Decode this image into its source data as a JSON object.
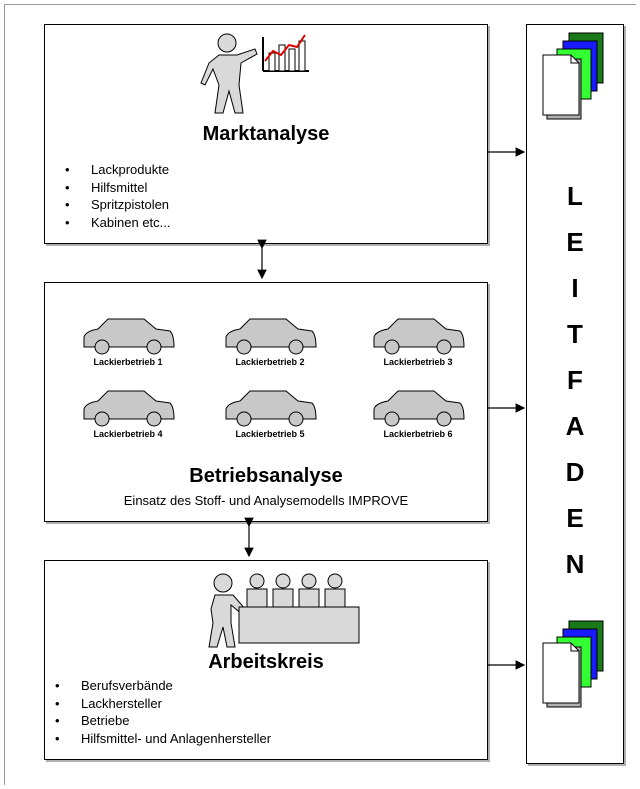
{
  "marktanalyse": {
    "title": "Marktanalyse",
    "items": [
      "Lackprodukte",
      "Hilfsmittel",
      "Spritzpistolen",
      "Kabinen etc..."
    ]
  },
  "betriebsanalyse": {
    "title": "Betriebsanalyse",
    "subtitle": "Einsatz des Stoff- und Analysemodells IMPROVE",
    "cars": [
      "Lackierbetrieb 1",
      "Lackierbetrieb 2",
      "Lackierbetrieb 3",
      "Lackierbetrieb 4",
      "Lackierbetrieb 5",
      "Lackierbetrieb 6"
    ]
  },
  "arbeitskreis": {
    "title": "Arbeitskreis",
    "items": [
      "Berufsverbände",
      "Lackhersteller",
      "Betriebe",
      "Hilfsmittel- und Anlagenhersteller"
    ]
  },
  "leitfaden": {
    "letters": [
      "L",
      "E",
      "I",
      "T",
      "F",
      "A",
      "D",
      "E",
      "N"
    ]
  },
  "colors": {
    "document_green_dark": "#1a7a1a",
    "document_blue": "#1a1aff",
    "document_green_light": "#33ff33",
    "document_grey": "#b0b0b0",
    "chart_line": "#e00000",
    "figure_fill": "#d9d9d9",
    "car_fill": "#c8c8c8"
  }
}
